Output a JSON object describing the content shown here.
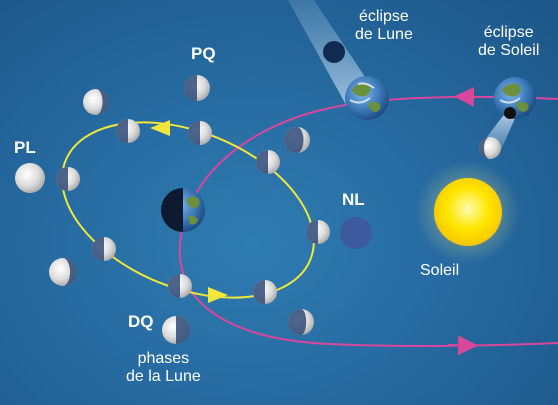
{
  "labels": {
    "pq": "PQ",
    "pl": "PL",
    "nl": "NL",
    "dq": "DQ",
    "soleil": "Soleil",
    "eclipse_lune_1": "éclipse",
    "eclipse_lune_2": "de Lune",
    "eclipse_soleil_1": "éclipse",
    "eclipse_soleil_2": "de Soleil",
    "phases_1": "phases",
    "phases_2": "de la Lune"
  },
  "colors": {
    "background": "#24679d",
    "lunar_orbit": "#f2e63a",
    "earth_orbit": "#d8479a",
    "sun": "#ffe600",
    "new_moon": "#3e5a9e",
    "text": "#ffffff"
  },
  "icons": {
    "earth": "earth-globe-icon",
    "moon": "moon-phase-icon",
    "sun": "sun-icon"
  }
}
